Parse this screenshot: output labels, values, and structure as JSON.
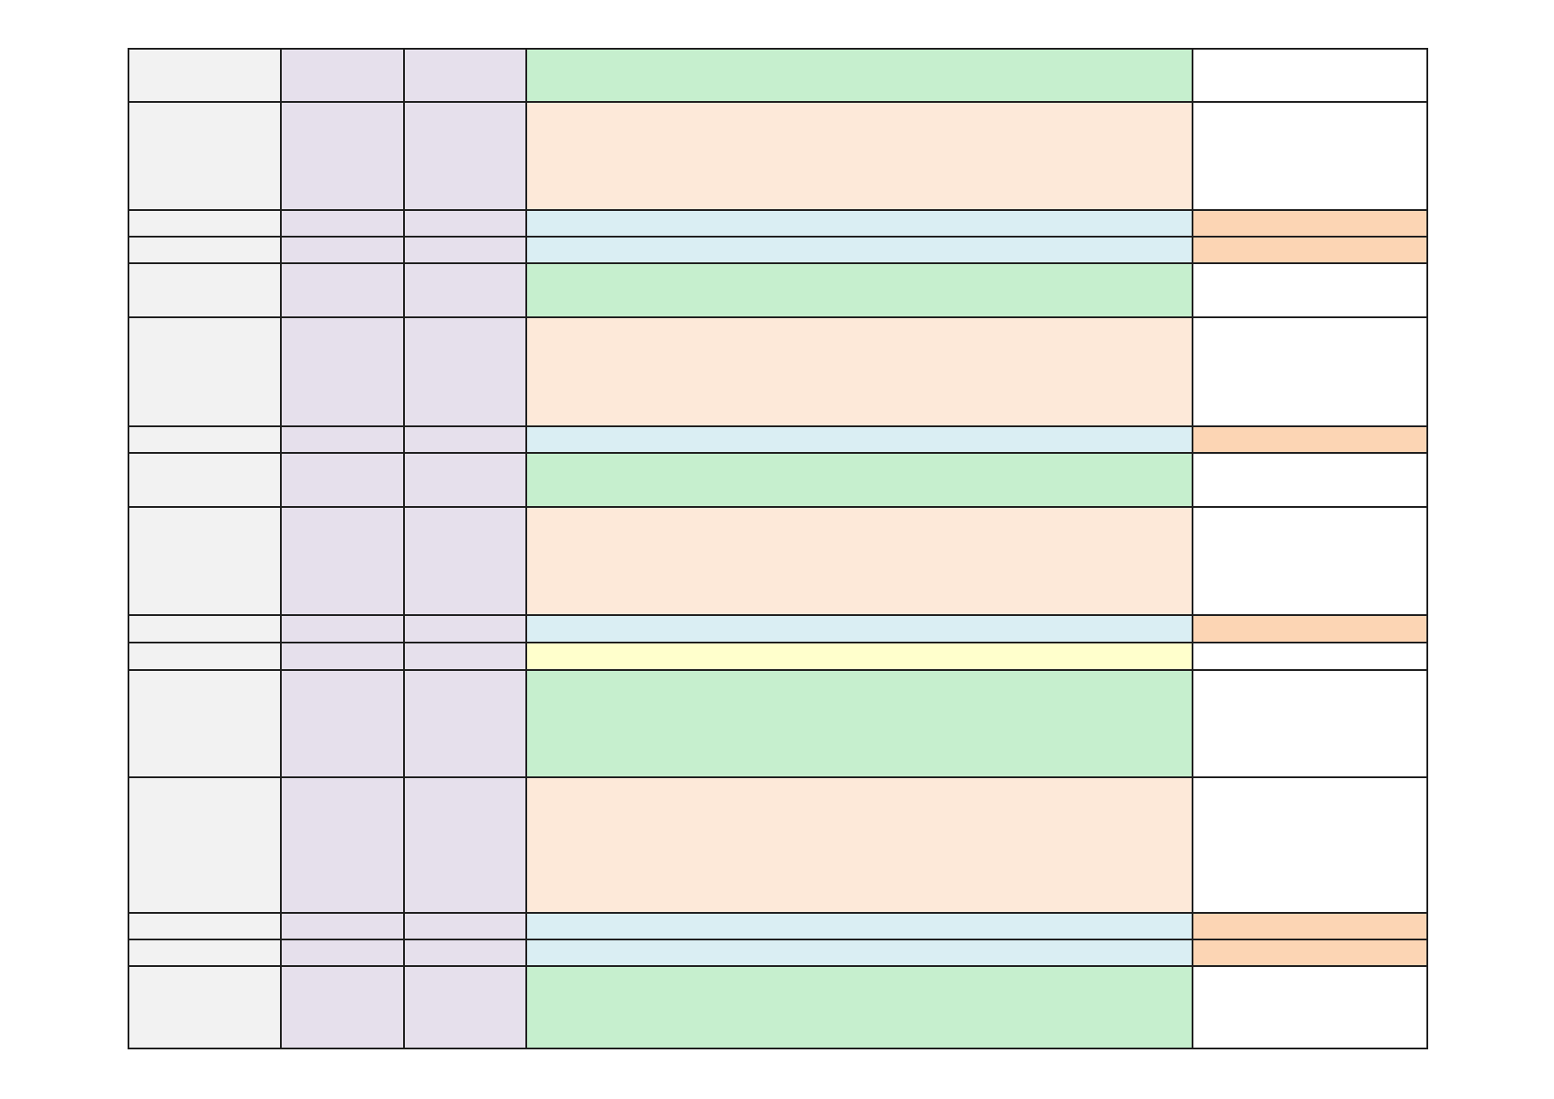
{
  "palette": {
    "grey": "#f2f2f2",
    "lavender": "#e6e0ec",
    "green": "#c6efce",
    "peach": "#fde9d9",
    "light_blue": "#daeef3",
    "orange": "#fcd5b4",
    "yellow": "#ffffcc",
    "white": "#ffffff"
  },
  "columns": [
    "grey",
    "lavender",
    "lavender",
    "content",
    "side"
  ],
  "rows": [
    {
      "content": "green",
      "side": "white"
    },
    {
      "content": "peach",
      "side": "white"
    },
    {
      "content": "light_blue",
      "side": "orange"
    },
    {
      "content": "light_blue",
      "side": "orange"
    },
    {
      "content": "green",
      "side": "white"
    },
    {
      "content": "peach",
      "side": "white"
    },
    {
      "content": "light_blue",
      "side": "orange"
    },
    {
      "content": "green",
      "side": "white"
    },
    {
      "content": "peach",
      "side": "white"
    },
    {
      "content": "light_blue",
      "side": "orange"
    },
    {
      "content": "yellow",
      "side": "white"
    },
    {
      "content": "green",
      "side": "white"
    },
    {
      "content": "peach",
      "side": "white"
    },
    {
      "content": "light_blue",
      "side": "orange"
    },
    {
      "content": "light_blue",
      "side": "orange"
    },
    {
      "content": "green",
      "side": "white"
    }
  ]
}
